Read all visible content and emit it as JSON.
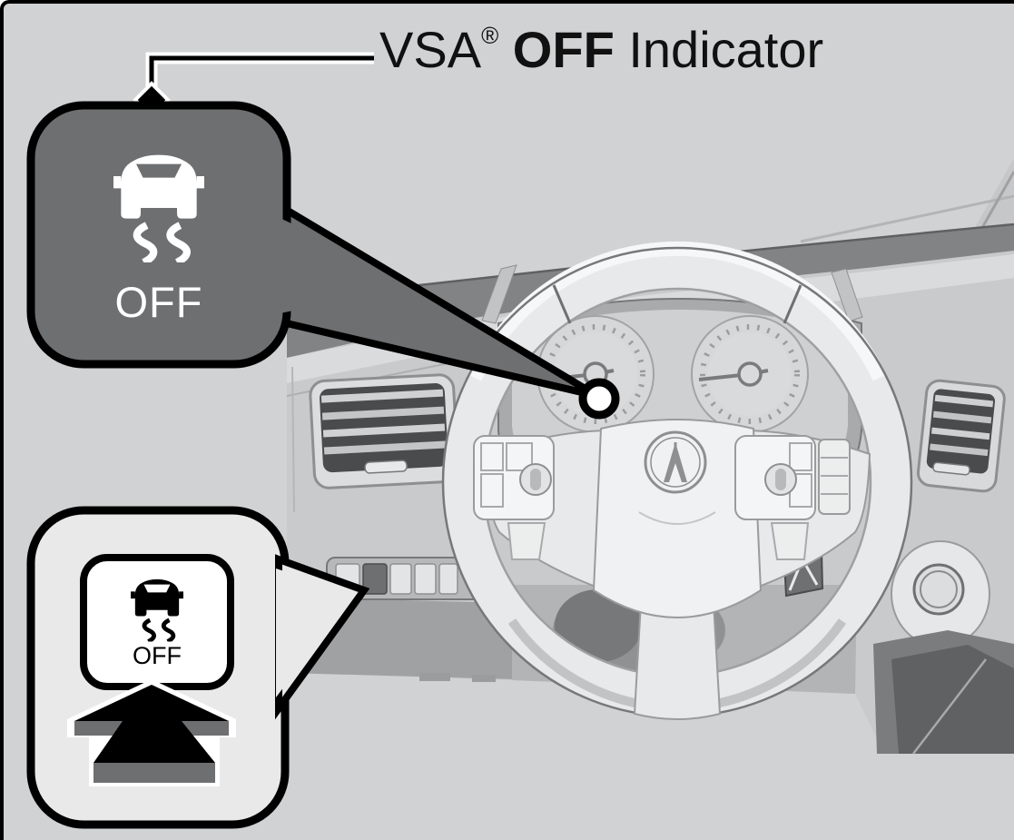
{
  "page": {
    "background": "#d1d2d4",
    "frame_color": "#000000"
  },
  "title": {
    "product": "VSA",
    "registered_mark": "®",
    "emphasis": "OFF",
    "suffix": " Indicator",
    "color": "#111111"
  },
  "indicator_callout": {
    "symbol": "vsa-off-indicator",
    "off_label": "OFF",
    "box_fill": "#6e6f71",
    "glyph_color": "#ffffff",
    "outline": "#000000"
  },
  "pointer": {
    "marker": "indicator-location-ring",
    "ring_fill": "#ffffff",
    "ring_stroke": "#000000"
  },
  "button_callout": {
    "symbol": "vsa-off-button",
    "off_label": "OFF",
    "bubble_fill": "#e9e9ea",
    "glyph_color": "#000000",
    "outline": "#000000",
    "arrow_color": "#000000",
    "arrow_shade": "#6e6f71"
  },
  "dashboard": {
    "highlighted_button_fill": "#6e6f71"
  }
}
